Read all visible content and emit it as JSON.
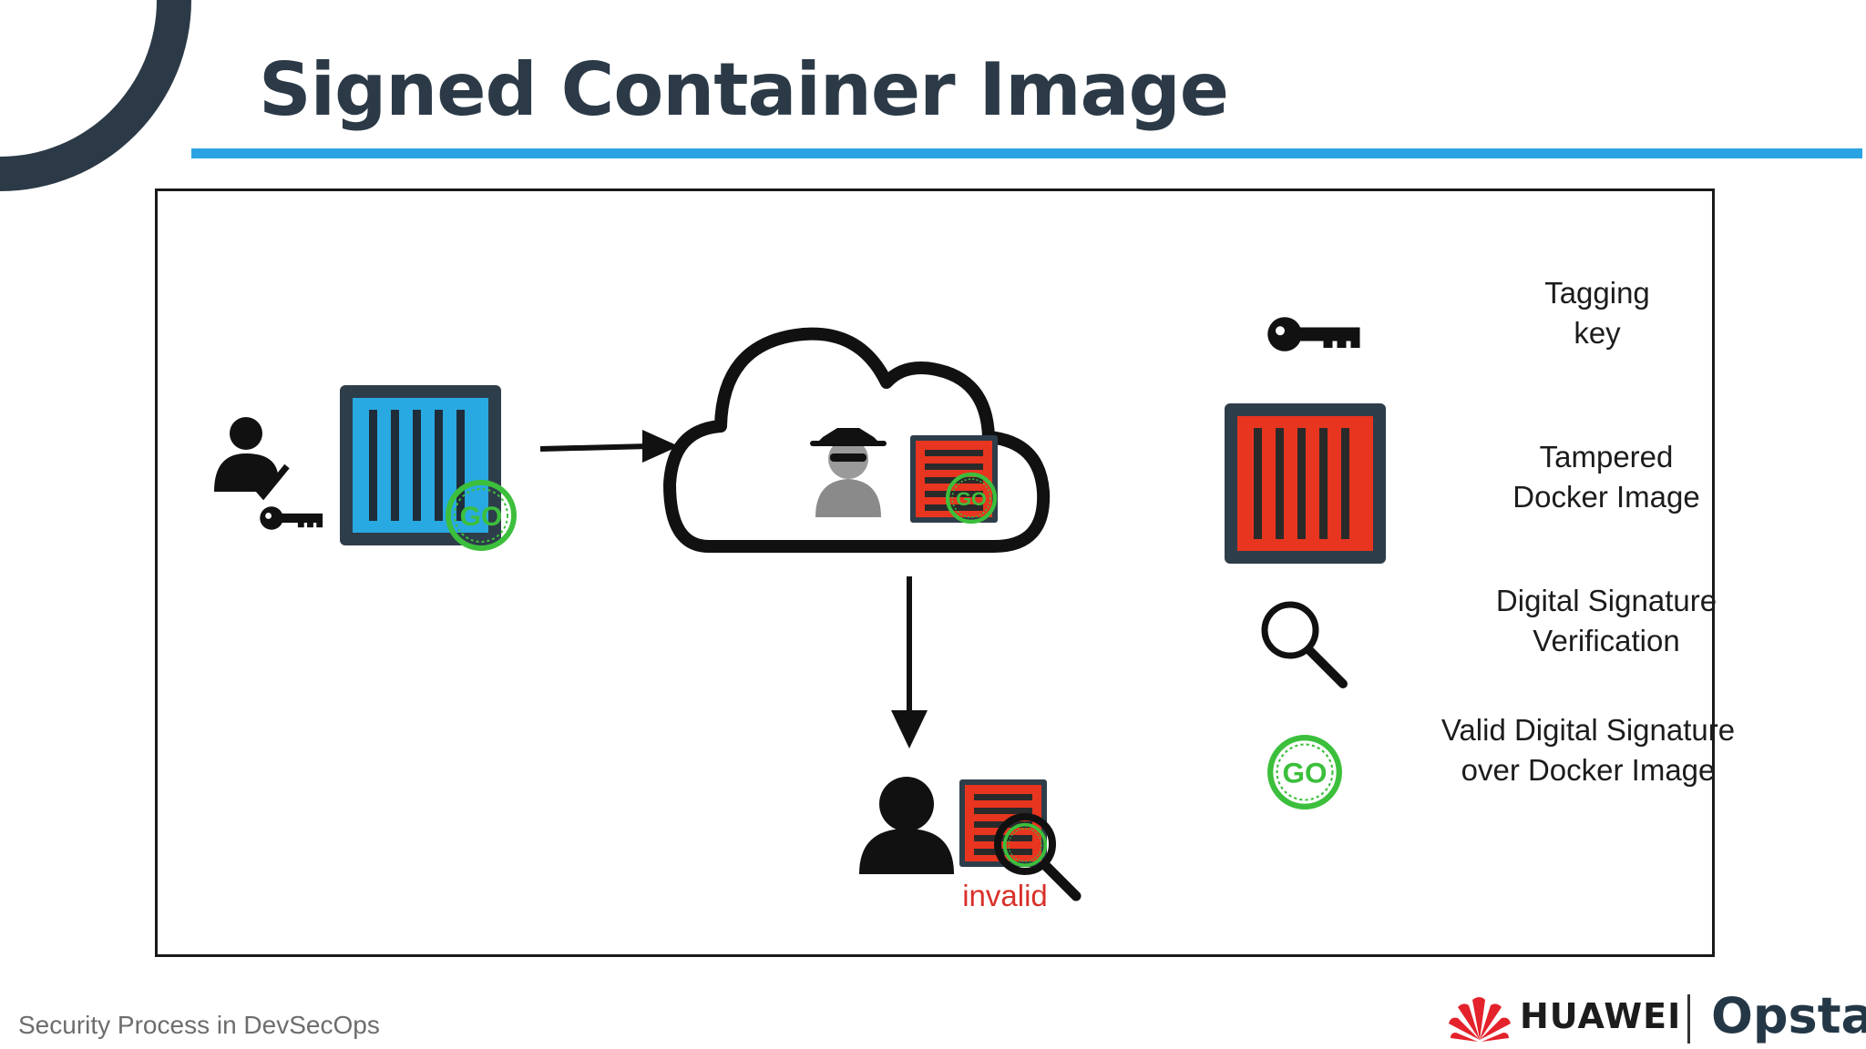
{
  "slide": {
    "title": "Signed Container Image",
    "footer": "Security Process in DevSecOps"
  },
  "diagram": {
    "invalid_label": "invalid",
    "legend": {
      "tagging_key": {
        "line1": "Tagging",
        "line2": "key"
      },
      "tampered_image": {
        "line1": "Tampered",
        "line2": "Docker Image"
      },
      "signature_verification": {
        "line1": "Digital Signature",
        "line2": "Verification"
      },
      "valid_signature": {
        "line1": "Valid Digital Signature",
        "line2": "over Docker Image"
      }
    },
    "stamp_text": "GO"
  },
  "logos": {
    "huawei": "HUAWEI",
    "opsta": "Opsta"
  },
  "colors": {
    "title": "#2c3a47",
    "rule": "#2aa3e2",
    "container_blue": "#29a9e1",
    "container_red": "#e8351f",
    "container_frame": "#2e3d4a",
    "stamp_green": "#3cbf3c",
    "invalid_red": "#d9302a",
    "huawei_red": "#e4222b"
  },
  "icons": [
    "user-check-icon",
    "key-icon",
    "container-icon",
    "cloud-icon",
    "spy-icon",
    "magnifier-icon",
    "go-stamp-icon",
    "arrow-right-icon",
    "arrow-down-icon",
    "user-icon",
    "huawei-petals-logo"
  ]
}
